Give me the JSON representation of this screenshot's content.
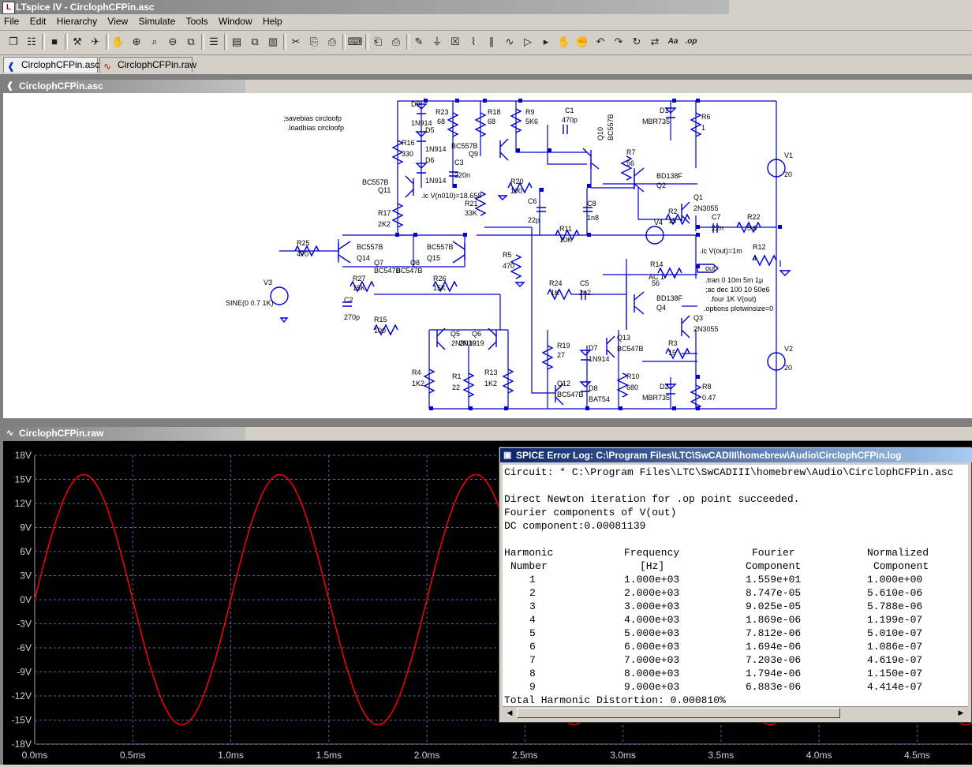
{
  "app": {
    "title": "LTspice IV - CirclophCFPin.asc",
    "icon_name": "ltspice-logo-icon"
  },
  "menu": [
    "File",
    "Edit",
    "Hierarchy",
    "View",
    "Simulate",
    "Tools",
    "Window",
    "Help"
  ],
  "toolbar_icons": [
    "new-schematic-icon",
    "open-icon",
    "save-icon",
    "control-panel-icon",
    "run-icon",
    "halt-icon",
    "zoom-in-icon",
    "zoom-pan-icon",
    "zoom-out-icon",
    "zoom-fit-icon",
    "autoscale-icon",
    "tile-horizontal-icon",
    "cascade-icon",
    "tile-vertical-icon",
    "cut-icon",
    "copy-icon",
    "paste-icon",
    "find-icon",
    "print-preview-icon",
    "print-icon",
    "draw-wire-icon",
    "ground-icon",
    "label-net-icon",
    "resistor-icon",
    "capacitor-icon",
    "inductor-icon",
    "diode-icon",
    "component-icon",
    "move-icon",
    "drag-icon",
    "undo-icon",
    "redo-icon",
    "rotate-icon",
    "mirror-icon",
    "text-icon",
    "spice-directive-icon"
  ],
  "tabs": [
    {
      "label": "CirclophCFPin.asc",
      "icon": "schematic-icon"
    },
    {
      "label": "CirclophCFPin.raw",
      "icon": "waveform-icon"
    }
  ],
  "schematic_window": {
    "title": "CirclophCFPin.asc",
    "directives": [
      ";savebias circloofp",
      ".loadbias circloofp",
      ".ic V(n010)=18.658",
      ".ic V(out)=1m",
      ".tran 0 10m 5m 1μ",
      ";ac dec 100 10 50e6",
      ".four 1K V(out)",
      ".options plotwinsize=0"
    ],
    "components": [
      {
        "ref": "D9",
        "value": "1N914"
      },
      {
        "ref": "D5",
        "value": "1N914"
      },
      {
        "ref": "D6",
        "value": "1N914"
      },
      {
        "ref": "R16",
        "value": "330"
      },
      {
        "ref": "R23",
        "value": "68"
      },
      {
        "ref": "C3",
        "value": "220n"
      },
      {
        "ref": "Q9",
        "value": "BC557B"
      },
      {
        "ref": "R18",
        "value": "68"
      },
      {
        "ref": "R9",
        "value": "5K6"
      },
      {
        "ref": "C1",
        "value": "470p"
      },
      {
        "ref": "Q10",
        "value": "BC557B"
      },
      {
        "ref": "R7",
        "value": "56"
      },
      {
        "ref": "D1",
        "value": "MBR735"
      },
      {
        "ref": "R6",
        "value": "1"
      },
      {
        "ref": "V1",
        "value": "20"
      },
      {
        "ref": "Q11",
        "value": "BC557B"
      },
      {
        "ref": "R20",
        "value": "100"
      },
      {
        "ref": "R21",
        "value": "33K"
      },
      {
        "ref": "C6",
        "value": "22p"
      },
      {
        "ref": "C8",
        "value": "1n8"
      },
      {
        "ref": "Q2",
        "value": "BD138F"
      },
      {
        "ref": "Q1",
        "value": "2N3055"
      },
      {
        "ref": "R2",
        "value": "15"
      },
      {
        "ref": "C7",
        "value": "22n"
      },
      {
        "ref": "R22",
        "value": "5.6"
      },
      {
        "ref": "R17",
        "value": "2K2"
      },
      {
        "ref": "V4",
        "value": ""
      },
      {
        "ref": "R11",
        "value": "10K"
      },
      {
        "ref": "R12",
        "value": "4"
      },
      {
        "ref": "R25",
        "value": "470"
      },
      {
        "ref": "Q14",
        "value": "BC557B"
      },
      {
        "ref": "Q15",
        "value": "BC557B"
      },
      {
        "ref": "Q7",
        "value": "BC547B"
      },
      {
        "ref": "Q8",
        "value": "BC547B"
      },
      {
        "ref": "R5",
        "value": "470"
      },
      {
        "ref": "R14",
        "value": "56"
      },
      {
        "ref": "V3",
        "value": "SINE(0 0.7 1K)"
      },
      {
        "ref": "R27",
        "value": "15K"
      },
      {
        "ref": "R26",
        "value": "15K"
      },
      {
        "ref": "C2",
        "value": "270p"
      },
      {
        "ref": "R24",
        "value": "1K"
      },
      {
        "ref": "C5",
        "value": "2n2"
      },
      {
        "ref": "Q4",
        "value": "BD138F"
      },
      {
        "ref": "Q3",
        "value": "2N3055"
      },
      {
        "ref": "R15",
        "value": "100"
      },
      {
        "ref": "Q5",
        "value": "2N3019"
      },
      {
        "ref": "Q6",
        "value": "2N3019"
      },
      {
        "ref": "R19",
        "value": "27"
      },
      {
        "ref": "D7",
        "value": "1N914"
      },
      {
        "ref": "Q13",
        "value": "BC547B"
      },
      {
        "ref": "R3",
        "value": "15"
      },
      {
        "ref": "V2",
        "value": "20"
      },
      {
        "ref": "R4",
        "value": "1K2"
      },
      {
        "ref": "R1",
        "value": "22"
      },
      {
        "ref": "R13",
        "value": "1K2"
      },
      {
        "ref": "D8",
        "value": "BAT54"
      },
      {
        "ref": "Q12",
        "value": "BC547B"
      },
      {
        "ref": "R10",
        "value": "680"
      },
      {
        "ref": "D2",
        "value": "MBR735"
      },
      {
        "ref": "R8",
        "value": "0.47"
      }
    ],
    "labels": {
      "out": "out",
      "ac": "AC 1"
    }
  },
  "waveform_window": {
    "title": "CirclophCFPin.raw"
  },
  "chart_data": {
    "type": "line",
    "series": [
      {
        "color": "#ff0000",
        "amplitude": 15.59,
        "frequency_hz": 1000,
        "phase": "sine"
      }
    ],
    "y_ticks": [
      "18V",
      "15V",
      "12V",
      "9V",
      "6V",
      "3V",
      "0V",
      "-3V",
      "-6V",
      "-9V",
      "-12V",
      "-15V",
      "-18V"
    ],
    "x_ticks": [
      "0.0ms",
      "0.5ms",
      "1.0ms",
      "1.5ms",
      "2.0ms",
      "2.5ms",
      "3.0ms",
      "3.5ms",
      "4.0ms",
      "4.5ms"
    ],
    "ylim": [
      -18,
      18
    ],
    "xlim": [
      0,
      4.78
    ],
    "grid": true,
    "background": "#000000",
    "grid_color": "#6060a0"
  },
  "error_log": {
    "title": "SPICE Error Log: C:\\Program Files\\LTC\\SwCADIII\\homebrew\\Audio\\CirclophCFPin.log",
    "circuit": "Circuit: * C:\\Program Files\\LTC\\SwCADIII\\homebrew\\Audio\\CirclophCFPin.asc",
    "newton": "Direct Newton iteration for .op point succeeded.",
    "fourier": "Fourier components of V(out)",
    "dc": "DC component:0.00081139",
    "headers1": [
      "Harmonic",
      "Frequency",
      "Fourier",
      "Normalized"
    ],
    "headers2": [
      "Number",
      "[Hz]",
      "Component",
      "Component"
    ],
    "rows": [
      [
        "1",
        "1.000e+03",
        "1.559e+01",
        "1.000e+00"
      ],
      [
        "2",
        "2.000e+03",
        "8.747e-05",
        "5.610e-06"
      ],
      [
        "3",
        "3.000e+03",
        "9.025e-05",
        "5.788e-06"
      ],
      [
        "4",
        "4.000e+03",
        "1.869e-06",
        "1.199e-07"
      ],
      [
        "5",
        "5.000e+03",
        "7.812e-06",
        "5.010e-07"
      ],
      [
        "6",
        "6.000e+03",
        "1.694e-06",
        "1.086e-07"
      ],
      [
        "7",
        "7.000e+03",
        "7.203e-06",
        "4.619e-07"
      ],
      [
        "8",
        "8.000e+03",
        "1.794e-06",
        "1.150e-07"
      ],
      [
        "9",
        "9.000e+03",
        "6.883e-06",
        "4.414e-07"
      ]
    ],
    "thd": "Total Harmonic Distortion: 0.000810%"
  }
}
